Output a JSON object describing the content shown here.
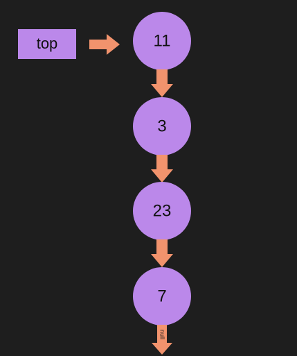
{
  "top_label": "top",
  "nodes": [
    {
      "value": "11"
    },
    {
      "value": "3"
    },
    {
      "value": "23"
    },
    {
      "value": "7"
    }
  ],
  "null_label": "null",
  "colors": {
    "background": "#1e1e1e",
    "node_fill": "#bb88ea",
    "label_fill": "#bb88ea",
    "arrow": "#f2936d"
  }
}
